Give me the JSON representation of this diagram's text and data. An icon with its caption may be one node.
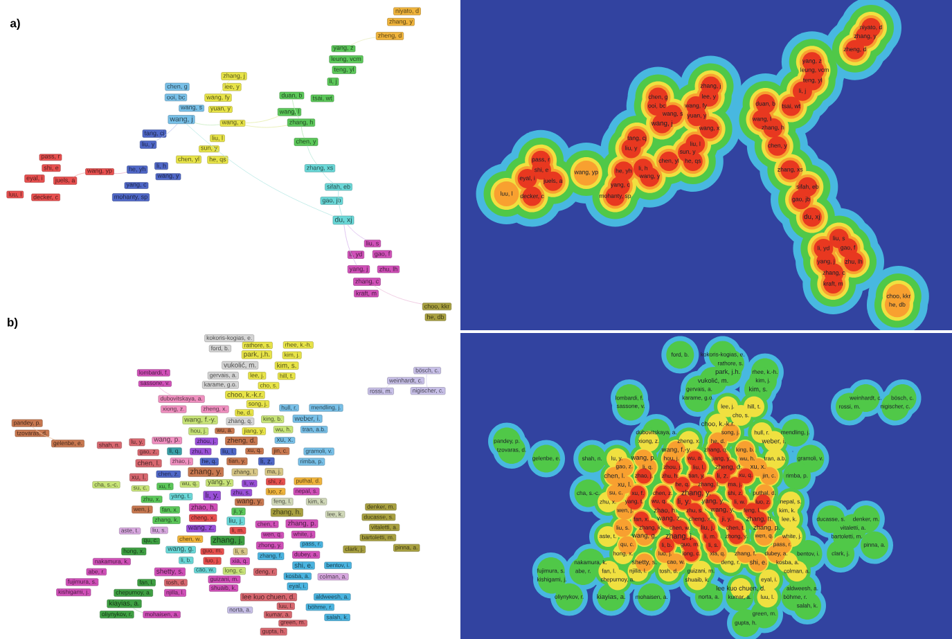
{
  "diagram": {
    "nodes": [
      {
        "text": [
          "niyato, d"
        ]
      },
      {
        "text": [
          "zhang, y"
        ]
      },
      {
        "text": [
          "zheng, d"
        ]
      },
      {
        "text": [
          "yang, z"
        ]
      },
      {
        "text": [
          "leung, vcm"
        ]
      },
      {
        "text": [
          "teng, yl"
        ]
      },
      {
        "text": [
          "li, j"
        ]
      },
      {
        "text": [
          "zhang, j"
        ]
      },
      {
        "text": [
          "lee, y"
        ]
      },
      {
        "text": [
          "chen, g"
        ]
      },
      {
        "text": [
          "ooi, bc"
        ]
      },
      {
        "text": [
          "wang, fy"
        ]
      },
      {
        "text": [
          "duan, b"
        ]
      },
      {
        "text": [
          "tsai, wt"
        ]
      },
      {
        "text": [
          "wang, s"
        ]
      },
      {
        "text": [
          "yuan, y"
        ]
      },
      {
        "text": [
          "wang, j"
        ]
      },
      {
        "text": [
          "wang, l"
        ]
      },
      {
        "text": [
          "wang, x"
        ]
      },
      {
        "text": [
          "zhang, h"
        ]
      },
      {
        "text": [
          "tang, cj"
        ]
      },
      {
        "text": [
          "chen, y"
        ]
      },
      {
        "text": [
          "liu, l"
        ]
      },
      {
        "text": [
          "liu, y"
        ]
      },
      {
        "text": [
          "sun, y"
        ]
      },
      {
        "text": [
          "he, qs"
        ]
      },
      {
        "text": [
          "chen, yl"
        ]
      },
      {
        "text": [
          "pass, r"
        ]
      },
      {
        "text": [
          "shi, e"
        ]
      },
      {
        "text": [
          "wang, yp"
        ]
      },
      {
        "text": [
          "he, yh"
        ]
      },
      {
        "text": [
          "li, h"
        ]
      },
      {
        "text": [
          "eyal, i"
        ]
      },
      {
        "text": [
          "juels, a"
        ]
      },
      {
        "text": [
          "wang, y"
        ]
      },
      {
        "text": [
          "yang, c"
        ]
      },
      {
        "text": [
          "luu, l"
        ]
      },
      {
        "text": [
          "decker, c"
        ]
      },
      {
        "text": [
          "mohanty, sp"
        ]
      },
      {
        "text": [
          "zhang, xs"
        ]
      },
      {
        "text": [
          "sifah, eb"
        ]
      },
      {
        "text": [
          "gao, jb"
        ]
      },
      {
        "text": [
          "du, xj"
        ]
      },
      {
        "text": [
          "liu, s"
        ]
      },
      {
        "text": [
          "li, yd"
        ]
      },
      {
        "text": [
          "gao, f"
        ]
      },
      {
        "text": [
          "yang, j"
        ]
      },
      {
        "text": [
          "zhu, lh"
        ]
      },
      {
        "text": [
          "zhang, c"
        ]
      },
      {
        "text": [
          "kraft, m"
        ]
      },
      {
        "text": [
          "choo, kkr"
        ]
      },
      {
        "text": [
          "he, db"
        ]
      },
      {
        "text": [
          "ford, b."
        ]
      },
      {
        "text": [
          "kokoris-kogias, e."
        ]
      },
      {
        "text": [
          "rathore, s."
        ]
      },
      {
        "text": [
          "park, j.h."
        ]
      },
      {
        "text": [
          "rhee, k.-h."
        ]
      },
      {
        "text": [
          "kim, j."
        ]
      },
      {
        "text": [
          "vukolić, m."
        ]
      },
      {
        "text": [
          "kim, s."
        ]
      },
      {
        "text": [
          "gervais, a."
        ]
      },
      {
        "text": [
          "karame, g.o."
        ]
      },
      {
        "text": [
          "lombardi, f."
        ]
      },
      {
        "text": [
          "sassone, v."
        ]
      },
      {
        "text": [
          "lee, j."
        ]
      },
      {
        "text": [
          "hill, t."
        ]
      },
      {
        "text": [
          "cho, s."
        ]
      },
      {
        "text": [
          "choo, k.-k.r."
        ]
      },
      {
        "text": [
          "pandey, p."
        ]
      },
      {
        "text": [
          "tzovaras, d."
        ]
      },
      {
        "text": [
          "gelenbe, e."
        ]
      },
      {
        "text": [
          "dubovitskaya, a."
        ]
      },
      {
        "text": [
          "zheng, x."
        ]
      },
      {
        "text": [
          "song, j."
        ]
      },
      {
        "text": [
          "hull, r."
        ]
      },
      {
        "text": [
          "mendling, j."
        ]
      },
      {
        "text": [
          "he, d."
        ]
      },
      {
        "text": [
          "xiong, z."
        ]
      },
      {
        "text": [
          "wang, f.-y."
        ]
      },
      {
        "text": [
          "zhang, q."
        ]
      },
      {
        "text": [
          "king, b."
        ]
      },
      {
        "text": [
          "weber, i."
        ]
      },
      {
        "text": [
          "shah, n."
        ]
      },
      {
        "text": [
          "lu, y."
        ]
      },
      {
        "text": [
          "wang, p."
        ]
      },
      {
        "text": [
          "hou, j."
        ]
      },
      {
        "text": [
          "wu, a."
        ]
      },
      {
        "text": [
          "jiang, y."
        ]
      },
      {
        "text": [
          "wu, h."
        ]
      },
      {
        "text": [
          "tran, a.b."
        ]
      },
      {
        "text": [
          "xu, x."
        ]
      },
      {
        "text": [
          "gramoli, v."
        ]
      },
      {
        "text": [
          "gao, z."
        ]
      },
      {
        "text": [
          "zhou, j."
        ]
      },
      {
        "text": [
          "zheng, d."
        ]
      },
      {
        "text": [
          "li, q."
        ]
      },
      {
        "text": [
          "zhu, h."
        ]
      },
      {
        "text": [
          "liu, l."
        ]
      },
      {
        "text": [
          "tian, y."
        ]
      },
      {
        "text": [
          "chen, l."
        ]
      },
      {
        "text": [
          "zhao, j."
        ]
      },
      {
        "text": [
          "he, q."
        ]
      },
      {
        "text": [
          "li, z."
        ]
      },
      {
        "text": [
          "xu, q."
        ]
      },
      {
        "text": [
          "jin, c."
        ]
      },
      {
        "text": [
          "rimba, p."
        ]
      },
      {
        "text": [
          "xu, l."
        ]
      },
      {
        "text": [
          "zhang, l."
        ]
      },
      {
        "text": [
          "ma, j."
        ]
      },
      {
        "text": [
          "cha, s.-c."
        ]
      },
      {
        "text": [
          "su, c."
        ]
      },
      {
        "text": [
          "chen, z."
        ]
      },
      {
        "text": [
          "zhang, y."
        ]
      },
      {
        "text": [
          "shi, z."
        ]
      },
      {
        "text": [
          "puthal, d."
        ]
      },
      {
        "text": [
          "xu, f."
        ]
      },
      {
        "text": [
          "wu, q."
        ]
      },
      {
        "text": [
          "yang, y."
        ]
      },
      {
        "text": [
          "li, w."
        ]
      },
      {
        "text": [
          "zhu, x."
        ]
      },
      {
        "text": [
          "yang, t."
        ]
      },
      {
        "text": [
          "li, y."
        ]
      },
      {
        "text": [
          "luo, z."
        ]
      },
      {
        "text": [
          "nepal, s."
        ]
      },
      {
        "text": [
          "zhu, s."
        ]
      },
      {
        "text": [
          "wang, y."
        ]
      },
      {
        "text": [
          "feng, l."
        ]
      },
      {
        "text": [
          "kim, k."
        ]
      },
      {
        "text": [
          "wen, j."
        ]
      },
      {
        "text": [
          "fan, x."
        ]
      },
      {
        "text": [
          "zhao, h."
        ]
      },
      {
        "text": [
          "lee, k."
        ]
      },
      {
        "text": [
          "zhang, k."
        ]
      },
      {
        "text": [
          "wang, z."
        ]
      },
      {
        "text": [
          "cheng, x."
        ]
      },
      {
        "text": [
          "ji, y."
        ]
      },
      {
        "text": [
          "zhang, h."
        ]
      },
      {
        "text": [
          "chen, t."
        ]
      },
      {
        "text": [
          "zhang, p."
        ]
      },
      {
        "text": [
          "liu, j."
        ]
      },
      {
        "text": [
          "liu, s."
        ]
      },
      {
        "text": [
          "chen, w."
        ]
      },
      {
        "text": [
          "wen, q."
        ]
      },
      {
        "text": [
          "white, j."
        ]
      },
      {
        "text": [
          "aste, t."
        ]
      },
      {
        "text": [
          "wang, g."
        ]
      },
      {
        "text": [
          "zhang, j."
        ]
      },
      {
        "text": [
          "li, m."
        ]
      },
      {
        "text": [
          "zhong, y."
        ]
      },
      {
        "text": [
          "qu, c."
        ]
      },
      {
        "text": [
          "li, b."
        ]
      },
      {
        "text": [
          "guo, m."
        ]
      },
      {
        "text": [
          "li, s."
        ]
      },
      {
        "text": [
          "pass, r."
        ]
      },
      {
        "text": [
          "clark, j."
        ]
      },
      {
        "text": [
          "luo, j."
        ]
      },
      {
        "text": [
          "hong, x."
        ]
      },
      {
        "text": [
          "shetty, s."
        ]
      },
      {
        "text": [
          "cao, w."
        ]
      },
      {
        "text": [
          "long, c."
        ]
      },
      {
        "text": [
          "xia, q."
        ]
      },
      {
        "text": [
          "dubey, a."
        ]
      },
      {
        "text": [
          "zhang, f."
        ]
      },
      {
        "text": [
          "shi, e."
        ]
      },
      {
        "text": [
          "bentov, i."
        ]
      },
      {
        "text": [
          "nakamura, k."
        ]
      },
      {
        "text": [
          "abe, r."
        ]
      },
      {
        "text": [
          "fujimura, s."
        ]
      },
      {
        "text": [
          "kishigami, j."
        ]
      },
      {
        "text": [
          "fan, l."
        ]
      },
      {
        "text": [
          "tosh, d."
        ]
      },
      {
        "text": [
          "deng, r."
        ]
      },
      {
        "text": [
          "kosba, a."
        ]
      },
      {
        "text": [
          "colman, a."
        ]
      },
      {
        "text": [
          "chepurnoy, a."
        ]
      },
      {
        "text": [
          "njilla, l."
        ]
      },
      {
        "text": [
          "guizani, m."
        ]
      },
      {
        "text": [
          "eyal, i."
        ]
      },
      {
        "text": [
          "shuaib, k."
        ]
      },
      {
        "text": [
          "lee kuo chuen, d."
        ]
      },
      {
        "text": [
          "aldweesh, a."
        ]
      },
      {
        "text": [
          "kiayias, a."
        ]
      },
      {
        "text": [
          "oliynykov, r."
        ]
      },
      {
        "text": [
          "mohaisen, a."
        ]
      },
      {
        "text": [
          "norta, a."
        ]
      },
      {
        "text": [
          "luu, l."
        ]
      },
      {
        "text": [
          "böhme, r."
        ]
      },
      {
        "text": [
          "kumar, a."
        ]
      },
      {
        "text": [
          "salah, k."
        ]
      },
      {
        "text": [
          "green, m."
        ]
      },
      {
        "text": [
          "gupta, h."
        ]
      },
      {
        "text": [
          "bösch, c."
        ]
      },
      {
        "text": [
          "weinhardt, c."
        ]
      },
      {
        "text": [
          "rossi, m."
        ]
      },
      {
        "text": [
          "nigischer, c."
        ]
      },
      {
        "text": [
          "denker, m."
        ]
      },
      {
        "text": [
          "ducasse, s."
        ]
      },
      {
        "text": [
          "vitaletti, a."
        ]
      },
      {
        "text": [
          "bartoletti, m."
        ]
      },
      {
        "text": [
          "pinna, a."
        ]
      }
    ],
    "edges": [
      {
        "from": 29,
        "to": 33,
        "arrow": "none",
        "color": "#f4a8a8"
      },
      {
        "from": 29,
        "to": 30,
        "arrow": "none",
        "color": "#e8b0c8"
      },
      {
        "from": 23,
        "to": 16,
        "arrow": "none",
        "color": "#b8c0ec"
      },
      {
        "from": 16,
        "to": 18,
        "arrow": "none",
        "color": "#c8ecc0"
      },
      {
        "from": 18,
        "to": 17,
        "arrow": "none",
        "color": "#e4eca8"
      },
      {
        "from": 18,
        "to": 19,
        "arrow": "none",
        "color": "#e4eca8"
      },
      {
        "from": 19,
        "to": 21,
        "arrow": "none",
        "color": "#b8e8b8"
      },
      {
        "from": 21,
        "to": 39,
        "arrow": "none",
        "color": "#b8e8d8"
      },
      {
        "from": 39,
        "to": 40,
        "arrow": "none",
        "color": "#a8e4e4"
      },
      {
        "from": 40,
        "to": 42,
        "arrow": "none",
        "color": "#a8e4e4"
      },
      {
        "from": 42,
        "to": 43,
        "arrow": "none",
        "color": "#d8b8ec"
      },
      {
        "from": 42,
        "to": 46,
        "arrow": "none",
        "color": "#d8b8ec"
      },
      {
        "from": 48,
        "to": 50,
        "arrow": "none",
        "color": "#ecc0dc"
      },
      {
        "from": 16,
        "to": 42,
        "arrow": "none",
        "color": "#b8e8e4"
      },
      {
        "from": 12,
        "to": 19,
        "arrow": "none",
        "color": "#b8e8b8"
      },
      {
        "from": 2,
        "to": 3,
        "arrow": "none",
        "color": "#e8ecc0"
      },
      {
        "from": 7,
        "to": 11,
        "arrow": "none",
        "color": "#ecec98"
      },
      {
        "from": 63,
        "to": 71,
        "arrow": "none",
        "color": "#f0b0d8"
      },
      {
        "from": 68,
        "to": 70,
        "arrow": "none",
        "color": "#f0c8a8"
      },
      {
        "from": 181,
        "to": 183,
        "arrow": "none",
        "color": "#b8dcb8"
      },
      {
        "from": 192,
        "to": 193,
        "arrow": "none",
        "color": "#d8d4f0"
      },
      {
        "from": 191,
        "to": 194,
        "arrow": "none",
        "color": "#d8d4f0"
      }
    ],
    "labels": [
      "a)",
      "niyato, d",
      "zhang, y",
      "zheng, d",
      "yang, z",
      "leung, vcm",
      "teng, yl",
      "li, j",
      "zhang, j",
      "chen, g",
      "lee, y",
      "ooi, bc",
      "wang, fy",
      "duan, b",
      "tsai, wt",
      "wang, s",
      "yuan, y",
      "wang, j",
      "wang, l",
      "wang, x",
      "zhang, h",
      "tang, cj",
      "liu, y",
      "liu, l",
      "chen, y",
      "sun, y",
      "pass, r",
      "chen, yl",
      "he, qs",
      "shi, e",
      "wang, yp",
      "he, yh",
      "li, h",
      "eyal, i",
      "juels, a",
      "wang, y",
      "yang, c",
      "luu, l",
      "decker, c",
      "mohanty, sp",
      "zhang, xs",
      "sifah, eb",
      "gao, jb",
      "du, xj",
      "liu, s",
      "li, yd",
      "gao, f",
      "yang, j",
      "zhu, lh",
      "zhang, c",
      "kraft, m",
      "choo, kkr",
      "he, db",
      "b)",
      "ford, b.",
      "kokoris-kogias, e.",
      "rathore, s.",
      "park, j.h.",
      "rhee, k.-h.",
      "vukolić, m.",
      "kim, j.",
      "gervais, a.",
      "kim, s.",
      "lombardi, f.",
      "karame, g.o.",
      "weinhardt, c.",
      "bösch, c.",
      "sassone, v.",
      "lee, j.",
      "hill, t.",
      "rossi, m.",
      "nigischer, c.",
      "cho, s.",
      "choo, k.-k.r.",
      "dubovitskaya, a.",
      "song, j.",
      "hull, r.",
      "mendling, j.",
      "pandey, p.",
      "xiong, z.",
      "zheng, x.",
      "he, d.",
      "weber, i.",
      "tzovaras, d.",
      "wang, f.-y.",
      "zhang, q.",
      "king, b.",
      "gelenbe, e.",
      "shah, n.",
      "lu, y.",
      "wang, p.",
      "hou, j.",
      "wu, a.",
      "jiang, y.",
      "wu, h.",
      "tran, a.b.",
      "gramoli, v.",
      "gao, z.",
      "li, q.",
      "zhou, j.",
      "liu, l.",
      "zheng, d.",
      "xu, x.",
      "chen, l.",
      "zhao, j.",
      "zhu, h.",
      "tian, y.",
      "li, z.",
      "xu, q.",
      "jin, c.",
      "rimba, p.",
      "xu, l.",
      "he, q.",
      "zhang, l.",
      "ma, j.",
      "cha, s.-c.",
      "su, c.",
      "xu, f.",
      "chen, z.",
      "zhang, y.",
      "shi, z.",
      "puthal, d.",
      "zhu, x.",
      "yang, t.",
      "wu, q.",
      "li, y.",
      "yang, y.",
      "li, w.",
      "luo, z.",
      "nepal, s.",
      "wen, j.",
      "zhao, h.",
      "zhu, s.",
      "wang, y.",
      "feng, l.",
      "kim, k.",
      "fan, x.",
      "wang, z.",
      "cheng, x.",
      "ji, y.",
      "zhang, h.",
      "lee, k.",
      "ducasse, s.",
      "denker, m.",
      "liu, s.",
      "zhang, k.",
      "chen, w.",
      "liu, j.",
      "chen, t.",
      "zhang, p.",
      "vitaletti, a.",
      "aste, t.",
      "wang, g.",
      "zhang, j.",
      "li, m.",
      "zhong, y.",
      "wen, q.",
      "white, j.",
      "bartoletti, m.",
      "qu, c.",
      "li, b.",
      "guo, m.",
      "li, s.",
      "pass, r.",
      "pinna, a.",
      "hong, x.",
      "luo, j.",
      "long, c.",
      "xia, q.",
      "zhang, f.",
      "dubey, a.",
      "bentov, i.",
      "clark, j.",
      "nakamura, k.",
      "shetty, s.",
      "cao, w.",
      "deng, r.",
      "shi, e.",
      "kosba, a.",
      "fujimura, s.",
      "abe, r.",
      "fan, l.",
      "njilla, l.",
      "tosh, d.",
      "guizani, m.",
      "colman, a.",
      "kishigami, j.",
      "chepurnoy, a.",
      "shuaib, k.",
      "eyal, i.",
      "lee kuo chuen, d.",
      "aldweesh, a.",
      "oliynykov, r.",
      "kiayias, a.",
      "mohaisen, a.",
      "norta, a.",
      "kumar, a.",
      "luu, l.",
      "böhme, r.",
      "salah, k.",
      "green, m.",
      "gupta, h."
    ]
  }
}
